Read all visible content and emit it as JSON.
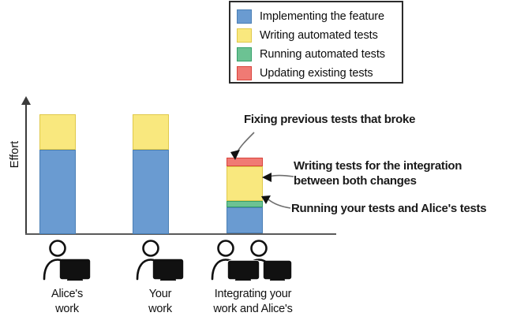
{
  "chart_data": {
    "type": "bar",
    "title": "",
    "subtitle": "",
    "xlabel": "",
    "ylabel": "Effort",
    "grid": false,
    "stacked": true,
    "legend_position": "top-center",
    "categories": [
      "Alice's work",
      "Your work",
      "Integrating your work and Alice's"
    ],
    "series": [
      {
        "name": "Implementing the feature",
        "color": "#6a9bd1",
        "border": "#4a7fb5",
        "values": [
          107,
          107,
          33
        ]
      },
      {
        "name": "Writing automated tests",
        "color": "#f9e87e",
        "border": "#e0c94a",
        "values": [
          45,
          45,
          44
        ]
      },
      {
        "name": "Running automated tests",
        "color": "#6cc293",
        "border": "#35a06a",
        "values": [
          0,
          0,
          7
        ]
      },
      {
        "name": "Updating existing tests",
        "color": "#f07a74",
        "border": "#d9443c",
        "values": [
          0,
          0,
          11
        ]
      }
    ],
    "ylim": [
      0,
      166
    ],
    "axis_note": "Effort axis is qualitative; values are pixel heights of stacked segments"
  },
  "legend": {
    "items": [
      {
        "label": "Implementing the feature",
        "color": "#6a9bd1",
        "border": "#4a7fb5"
      },
      {
        "label": "Writing automated tests",
        "color": "#f9e87e",
        "border": "#e0c94a"
      },
      {
        "label": "Running automated tests",
        "color": "#6cc293",
        "border": "#35a06a"
      },
      {
        "label": "Updating existing tests",
        "color": "#f07a74",
        "border": "#d9443c"
      }
    ]
  },
  "axes": {
    "y_label": "Effort"
  },
  "categories": [
    {
      "line1": "Alice's",
      "line2": "work",
      "icon": "person-with-computer-icon"
    },
    {
      "line1": "Your",
      "line2": "work",
      "icon": "person-with-computer-icon"
    },
    {
      "line1": "Integrating your",
      "line2": "work and Alice's",
      "icon": "two-people-with-computers-icon"
    }
  ],
  "annotations": [
    {
      "id": "fixing-previous-tests",
      "line1": "Fixing previous tests that broke",
      "line2": "",
      "target": "Updating existing tests"
    },
    {
      "id": "writing-integration-tests",
      "line1": "Writing tests for the integration",
      "line2": "between both changes",
      "target": "Writing automated tests"
    },
    {
      "id": "running-tests",
      "line1": "Running your tests and Alice's tests",
      "line2": "",
      "target": "Running automated tests"
    }
  ],
  "colors": {
    "implementing": "#6a9bd1",
    "writing": "#f9e87e",
    "running": "#6cc293",
    "updating": "#f07a74",
    "axis": "#3b3b3b",
    "text": "#111111"
  }
}
